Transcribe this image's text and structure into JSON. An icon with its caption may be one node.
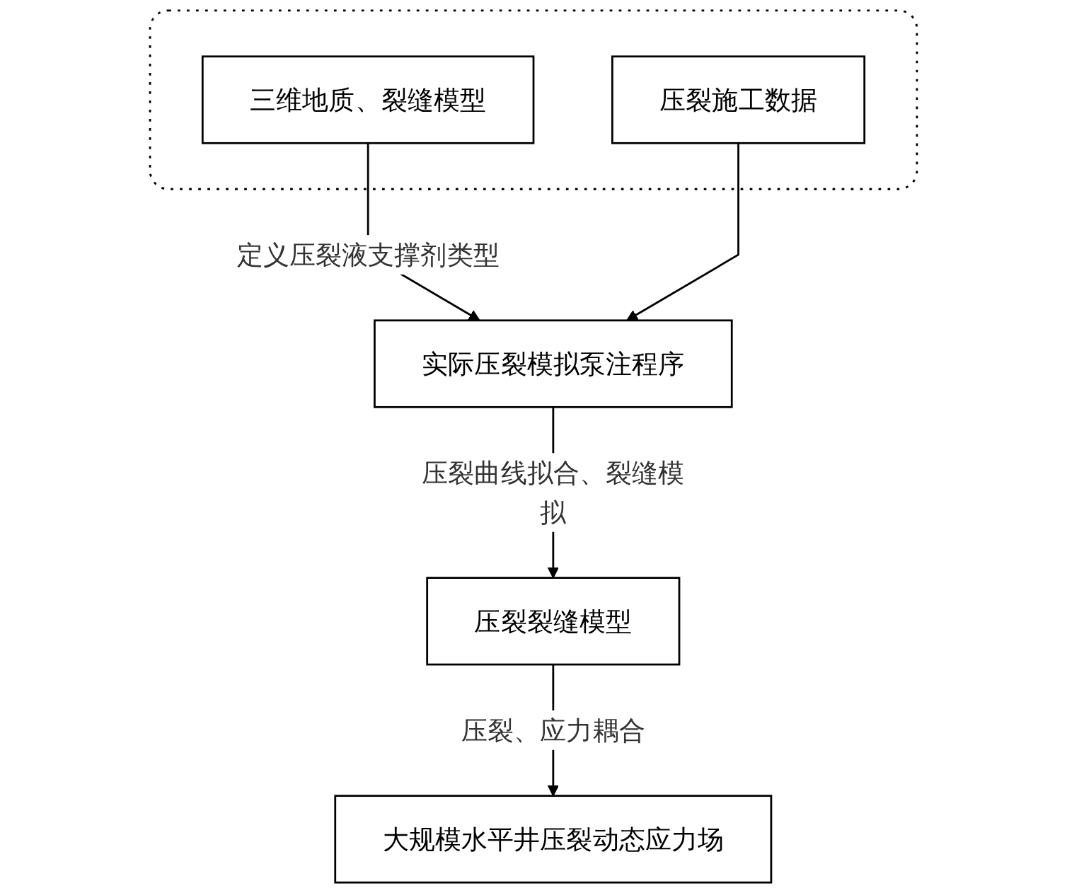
{
  "diagram": {
    "nodes": [
      {
        "text": [],
        "shape": "box"
      },
      {
        "text": [
          "三维地质、裂缝模型"
        ],
        "in": 0
      },
      {
        "text": [
          "压裂施工数据"
        ],
        "in": 0
      },
      {
        "text": [
          "实际压裂模拟泵注程序"
        ]
      },
      {
        "text": [
          "压裂裂缝模型"
        ]
      },
      {
        "text": [
          "大规模水平井压裂动态应力场"
        ]
      }
    ],
    "edges": [
      {
        "from": 1,
        "to": 3,
        "arrow": "to",
        "label": "定义压裂液支撑剂类型"
      },
      {
        "from": 2,
        "to": 3,
        "arrow": "to"
      },
      {
        "from": 3,
        "to": 4,
        "arrow": "to",
        "label": "压裂曲线拟合、裂缝模拟"
      },
      {
        "from": 4,
        "to": 5,
        "arrow": "to",
        "label": "压裂、应力耦合"
      }
    ]
  }
}
